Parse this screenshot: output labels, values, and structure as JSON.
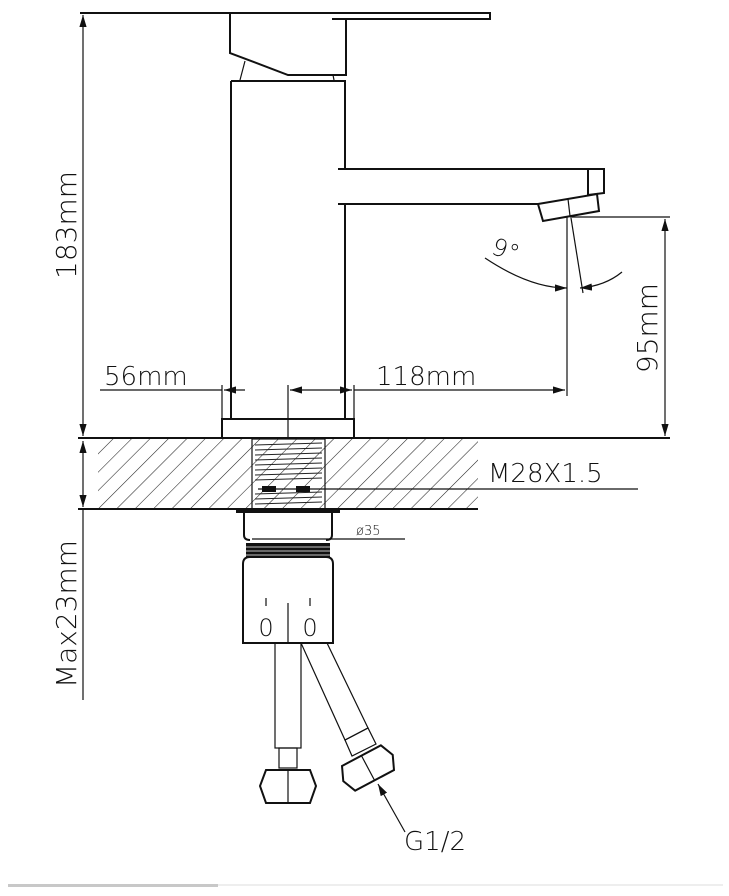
{
  "drawing": {
    "labels": {
      "total_height": "183mm",
      "base_width": "56mm",
      "spout_reach": "118mm",
      "spout_height": "95mm",
      "spout_angle": "9°",
      "mount_thread": "M28X1.5",
      "nut_diameter": "ø35",
      "max_deck_thickness": "Max23mm",
      "hose_thread": "G1/2",
      "hose_mark_left": "0",
      "hose_mark_right": "0"
    },
    "line_color": "#111111"
  }
}
